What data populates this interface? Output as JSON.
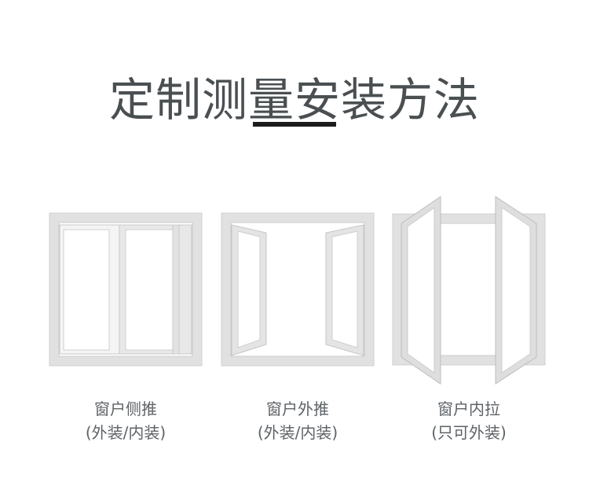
{
  "header": {
    "title": "定制测量安装方法"
  },
  "windows": [
    {
      "name": "窗户侧推",
      "install": "(外装/内装)",
      "icon": "sliding-window-icon"
    },
    {
      "name": "窗户外推",
      "install": "(外装/内装)",
      "icon": "outward-casement-window-icon"
    },
    {
      "name": "窗户内拉",
      "install": "(只可外装)",
      "icon": "inward-casement-window-icon"
    }
  ],
  "colors": {
    "frame_outer": "#e0e0e0",
    "frame_stroke": "#cfcfcf",
    "glass": "#ffffff",
    "title_text": "#4a4f52",
    "title_bar": "#1c1c1c",
    "caption_text": "#5e6366"
  }
}
